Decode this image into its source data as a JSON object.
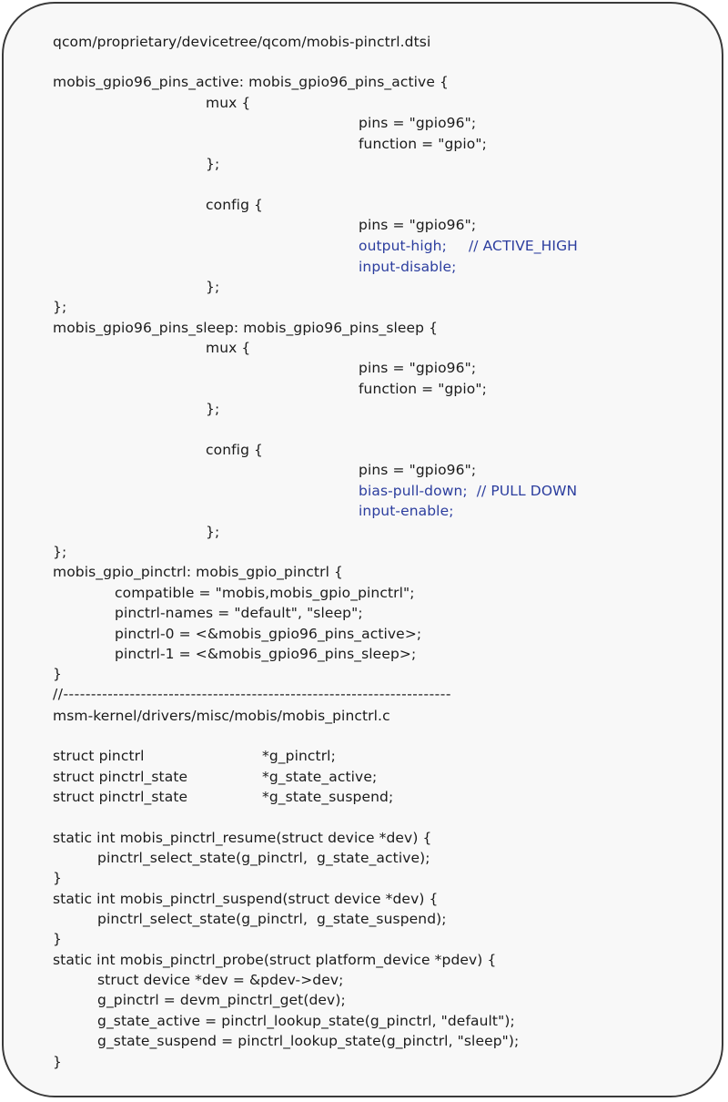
{
  "dtsi_file": {
    "path": "qcom/proprietary/devicetree/qcom/mobis-pinctrl.dtsi",
    "active_node": {
      "header": "mobis_gpio96_pins_active: mobis_gpio96_pins_active {",
      "mux_open": "mux {",
      "mux_pins": "pins = \"gpio96\";",
      "mux_function": "function = \"gpio\";",
      "mux_close": "};",
      "config_open": "config {",
      "config_pins": "pins = \"gpio96\";",
      "config_output": "output-high;",
      "config_output_comment": "// ACTIVE_HIGH",
      "config_input": "input-disable;",
      "config_close": "};",
      "close": "};"
    },
    "sleep_node": {
      "header": "mobis_gpio96_pins_sleep: mobis_gpio96_pins_sleep {",
      "mux_open": "mux {",
      "mux_pins": "pins = \"gpio96\";",
      "mux_function": "function = \"gpio\";",
      "mux_close": "};",
      "config_open": "config {",
      "config_pins": "pins = \"gpio96\";",
      "config_bias": "bias-pull-down;",
      "config_bias_comment": "// PULL DOWN",
      "config_input": "input-enable;",
      "config_close": "};",
      "close": "};"
    },
    "pinctrl_node": {
      "header": "mobis_gpio_pinctrl: mobis_gpio_pinctrl {",
      "compatible": "compatible = \"mobis,mobis_gpio_pinctrl\";",
      "names": "pinctrl-names = \"default\", \"sleep\";",
      "pinctrl0": "pinctrl-0 = <&mobis_gpio96_pins_active>;",
      "pinctrl1": "pinctrl-1 = <&mobis_gpio96_pins_sleep>;",
      "close": "}"
    },
    "separator": "//----------------------------------------------------------------------"
  },
  "c_file": {
    "path": "msm-kernel/drivers/misc/mobis/mobis_pinctrl.c",
    "declarations": [
      {
        "type": "struct pinctrl",
        "name": "*g_pinctrl;"
      },
      {
        "type": "struct pinctrl_state",
        "name": "*g_state_active;"
      },
      {
        "type": "struct pinctrl_state",
        "name": "*g_state_suspend;"
      }
    ],
    "resume": {
      "signature": "static int mobis_pinctrl_resume(struct device *dev) {",
      "body": "pinctrl_select_state(g_pinctrl,  g_state_active);",
      "close": "}"
    },
    "suspend": {
      "signature": "static int mobis_pinctrl_suspend(struct device *dev) {",
      "body": "pinctrl_select_state(g_pinctrl,  g_state_suspend);",
      "close": "}"
    },
    "probe": {
      "signature": "static int mobis_pinctrl_probe(struct platform_device *pdev) {",
      "body": [
        "struct device *dev = &pdev->dev;",
        "g_pinctrl = devm_pinctrl_get(dev);",
        "g_state_active = pinctrl_lookup_state(g_pinctrl, \"default\");",
        "g_state_suspend = pinctrl_lookup_state(g_pinctrl, \"sleep\");"
      ],
      "close": "}"
    }
  },
  "colors": {
    "text": "#1a1a1a",
    "highlight": "#2b3d9e",
    "border": "#3a3a3a",
    "background": "#f8f8f8"
  }
}
